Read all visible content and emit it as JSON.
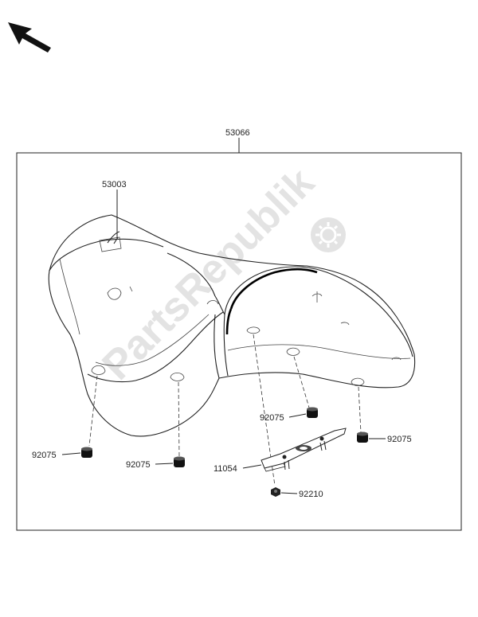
{
  "labels": {
    "assembly": "53066",
    "cover": "53003",
    "damper_left": "92075",
    "damper_front": "92075",
    "damper_center": "92075",
    "damper_right": "92075",
    "bracket": "11054",
    "nut": "92210"
  },
  "watermark": "PartsRepublik",
  "icons": {
    "navigation_arrow": "arrow-up-left-icon",
    "watermark_logo": "gear-icon"
  }
}
